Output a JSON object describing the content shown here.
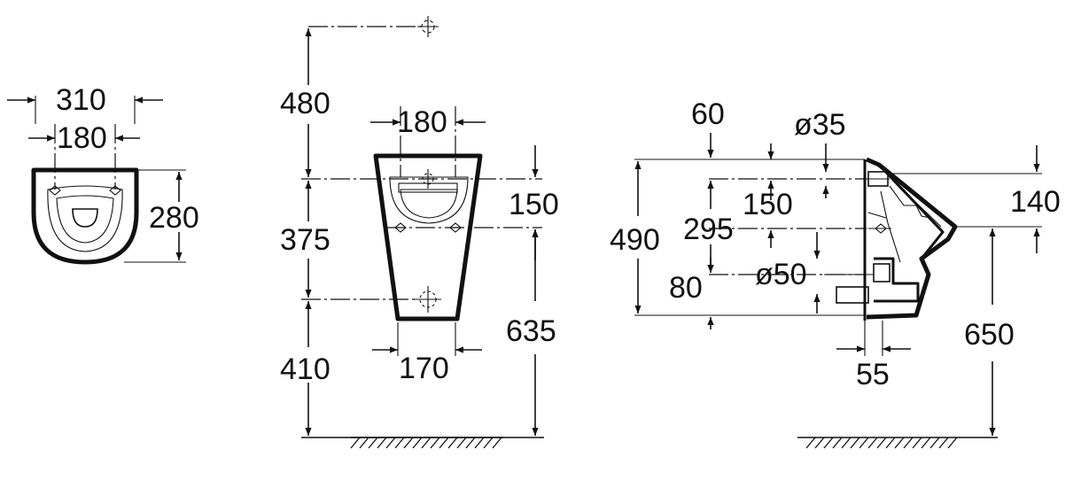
{
  "colors": {
    "ink": "#111111",
    "background": "#ffffff"
  },
  "top_view": {
    "width_outer": "310",
    "width_fixing": "180",
    "depth": "280"
  },
  "front_view": {
    "supply_height": "480",
    "width_top": "180",
    "inlet_offset": "150",
    "fixing_spacing": "375",
    "floor_height": "635",
    "width_bottom": "170",
    "lower_fixing_height": "410"
  },
  "side_view": {
    "depth_top": "60",
    "inlet_diameter": "ø35",
    "rim_depth": "140",
    "overall_height": "490",
    "drain_offset": "295",
    "fixing_offset": "150",
    "outlet_diameter": "ø50",
    "outlet_offset": "80",
    "rim_height": "650",
    "outlet_projection": "55"
  }
}
